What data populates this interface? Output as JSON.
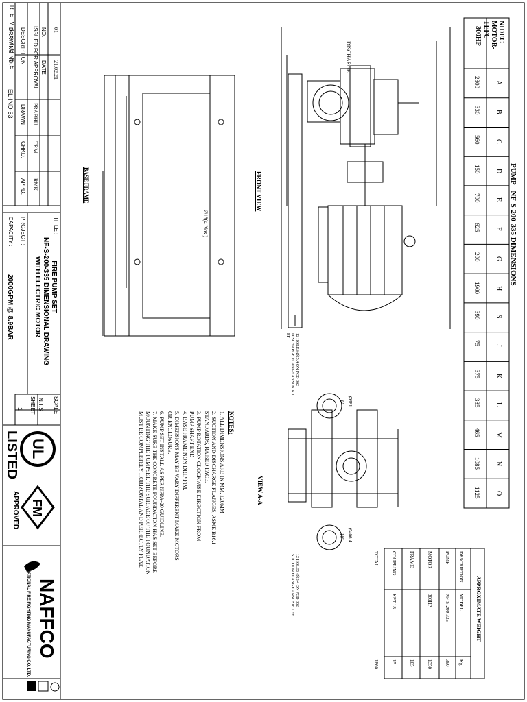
{
  "title_block": {
    "revisions_label": "R E V I S I O N S",
    "rev_no": "01",
    "rev_date": "21.02.21",
    "no_label": "NO.",
    "date_label": "DATE",
    "issued_for_approval": "ISSUED FOR APPROVAL",
    "prepared_by": "PRABHU",
    "checked_by": "TRM",
    "approved_by": "RMK",
    "description_label": "DESCRIPTION",
    "drawn_label": "DRAWN",
    "chkd_label": "CHKD.",
    "appd_label": "APPD.",
    "drawing_no_label": "DRAWING NO.",
    "drawing_no": "EL-IND-63",
    "title_label": "TITLE :",
    "title_line1": "FIRE PUMP SET",
    "title_line2": "NF-S-200-335 DIMENSIONAL DRAWING",
    "title_line3": "WITH ELECTRIC MOTOR",
    "project_label": "PROJECT :",
    "capacity_label": "CAPACITY :",
    "capacity": "2000GPM @ 8.9BAR",
    "scale_label": "SCALE",
    "scale": "N.T.S",
    "sheet_label": "SHEET",
    "sheet": "1"
  },
  "certifications": {
    "ul_text": "UL",
    "listed": "LISTED",
    "fm_text": "FM",
    "approved": "APPROVED"
  },
  "company": {
    "name": "NAFFCO",
    "full_name": "NATIONAL FIRE FIGHTING MANUFACTURING CO. LTD."
  },
  "dimension_table": {
    "title": "PUMP - NF-S-200-335  DIMENSIONS",
    "header_label": "NIDEC MOTOR-TEFC",
    "row_label": "300HP",
    "columns": [
      "A",
      "B",
      "C",
      "D",
      "E",
      "F",
      "G",
      "H",
      "S",
      "J",
      "K",
      "L",
      "M",
      "N",
      "O"
    ],
    "values": [
      "2300",
      "330",
      "560",
      "150",
      "700",
      "625",
      "200",
      "1900",
      "390",
      "75",
      "375",
      "385",
      "465",
      "1085",
      "1125"
    ]
  },
  "views": {
    "front_view": "FRONT VIEW",
    "view_aa": "VIEW A-A",
    "base_frame": "BASE FRAME",
    "discharge_label": "DISCHARGE",
    "hole_note": "Ø18(4 Nos.)",
    "discharge_flange_note": "12 HOLES Ø25.4 ON PCD 362 DISCHARGE FLANGE ANSI B16.1 FF",
    "suction_flange_note": "12 HOLES Ø25.4 ON PCD 362 SUCTION FLANGE ANSI B16.1 FF",
    "dim_381": "Ø381",
    "dim_8in": "8\"",
    "dim_406": "Ø406.4",
    "dim_10in": "10\""
  },
  "notes": {
    "title": "NOTES:",
    "items": [
      "1. ALL DIMENSIONS ARE IN MM. ±20MM",
      "2. SUCTION AND DISCHARGE FLANGES, ASME B16.1",
      "    STANDARDS, RAISED FACE.",
      "3. PUMP ROTATION CLOCKWISE DIRECTION FROM",
      "    PUMP SHAFT END",
      "4. BASE FRAME NON DRIP FIM.",
      "5. DIMENSIONS MAY BE VARY DIFFERENT MAKE MOTORS",
      "    OR ENCLOSURE.",
      "6. PUMP SET INSTALL AS PER NFPA-20 GUIDLINE.",
      "7. MAKE SURE THE CONCRETE FOUNDATION HAS SET BEFORE",
      "    MOUNTING THE PUMPSET. THE SURFACE OF THE FOUNDATION",
      "    MUST BE COMPLETELY HORIZONTAL AND PERFECTLY FLAT."
    ]
  },
  "weight_table": {
    "title": "APPROXIMATE WEIGHT",
    "headers": [
      "DESCRIPTION",
      "MODEL",
      "Kg"
    ],
    "rows": [
      [
        "PUMP",
        "NF-S-200-335",
        "390"
      ],
      [
        "MOTOR",
        "300HP",
        "1350"
      ],
      [
        "FRAME",
        "",
        "105"
      ],
      [
        "COUPLING",
        "KPT 18",
        "15"
      ],
      [
        "TOTAL",
        "",
        "1860"
      ]
    ]
  }
}
